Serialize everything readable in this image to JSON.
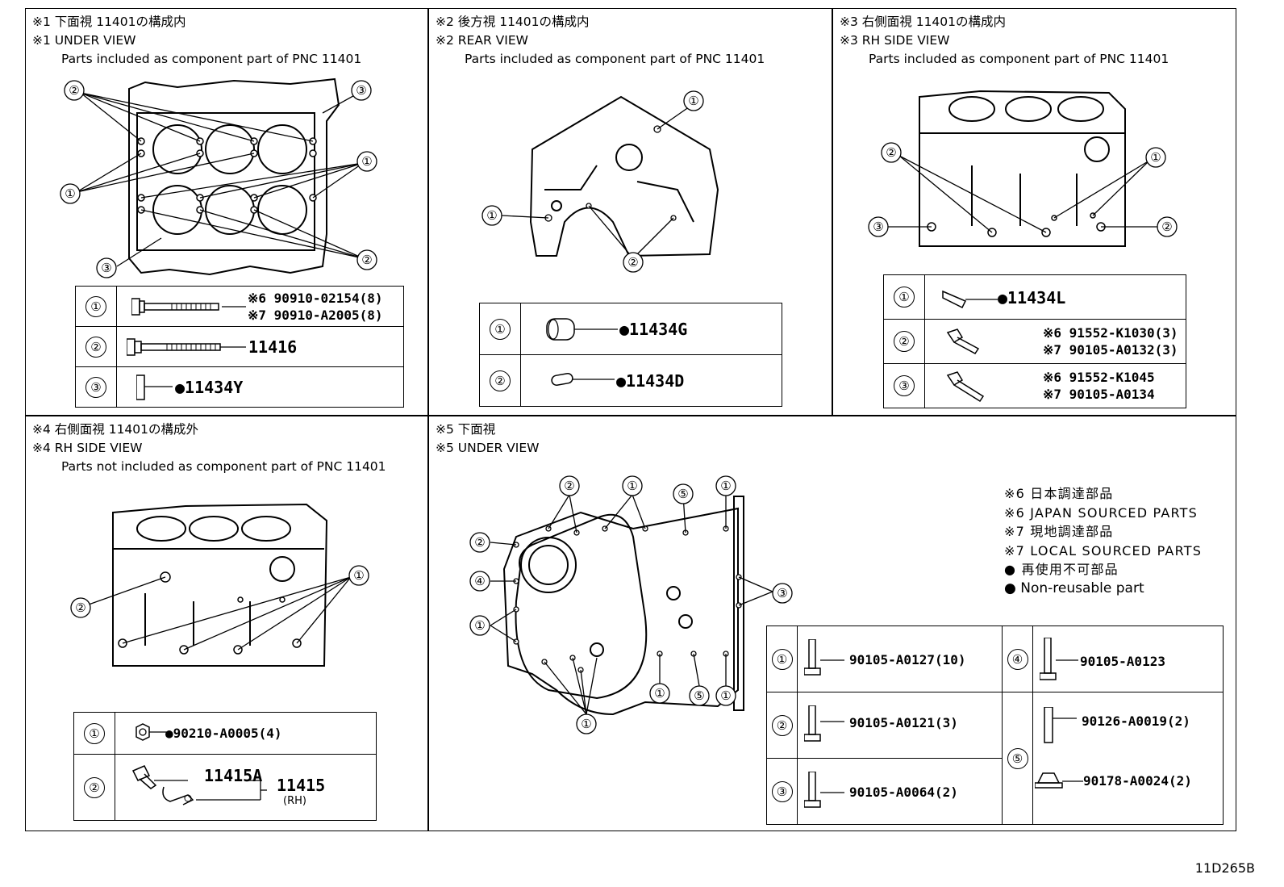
{
  "panel1": {
    "title_jp": "※1 下面視 11401の構成内",
    "title_en": "※1 UNDER VIEW",
    "subtitle": "Parts included as component part of PNC 11401",
    "rows": [
      {
        "n": "①",
        "a": "※6 90910-02154(8)",
        "b": "※7 90910-A2005(8)"
      },
      {
        "n": "②",
        "a": "11416"
      },
      {
        "n": "③",
        "a": "●11434Y"
      }
    ]
  },
  "panel2": {
    "title_jp": "※2 後方視 11401の構成内",
    "title_en": "※2 REAR VIEW",
    "subtitle": "Parts included as component part of PNC 11401",
    "rows": [
      {
        "n": "①",
        "a": "●11434G"
      },
      {
        "n": "②",
        "a": "●11434D"
      }
    ]
  },
  "panel3": {
    "title_jp": "※3 右側面視 11401の構成内",
    "title_en": "※3 RH SIDE VIEW",
    "subtitle": "Parts included as component part of PNC 11401",
    "rows": [
      {
        "n": "①",
        "a": "●11434L"
      },
      {
        "n": "②",
        "a": "※6 91552-K1030(3)",
        "b": "※7 90105-A0132(3)"
      },
      {
        "n": "③",
        "a": "※6 91552-K1045",
        "b": "※7 90105-A0134"
      }
    ]
  },
  "panel4": {
    "title_jp": "※4 右側面視 11401の構成外",
    "title_en": "※4 RH SIDE VIEW",
    "subtitle": "Parts not included as component part of PNC 11401",
    "rows": [
      {
        "n": "①",
        "a": "●90210-A0005(4)"
      },
      {
        "n": "②",
        "a": "11415A",
        "b": "11415",
        "c": "(RH)"
      }
    ]
  },
  "panel5": {
    "title_jp": "※5 下面視",
    "title_en": "※5 UNDER VIEW",
    "rows_left": [
      {
        "n": "①",
        "a": "90105-A0127(10)"
      },
      {
        "n": "②",
        "a": "90105-A0121(3)"
      },
      {
        "n": "③",
        "a": "90105-A0064(2)"
      }
    ],
    "rows_right": [
      {
        "n": "④",
        "a": "90105-A0123"
      },
      {
        "n": "⑤",
        "a": "90126-A0019(2)",
        "b": "90178-A0024(2)"
      }
    ]
  },
  "notes": [
    "※6 日本調達部品",
    "※6 JAPAN SOURCED PARTS",
    "※7 現地調達部品",
    "※7 LOCAL SOURCED PARTS",
    "● 再使用不可部品",
    "● Non-reusable part"
  ],
  "callouts": {
    "c1": "①",
    "c2": "②",
    "c3": "③",
    "c4": "④",
    "c5": "⑤"
  },
  "code": "11D265B"
}
